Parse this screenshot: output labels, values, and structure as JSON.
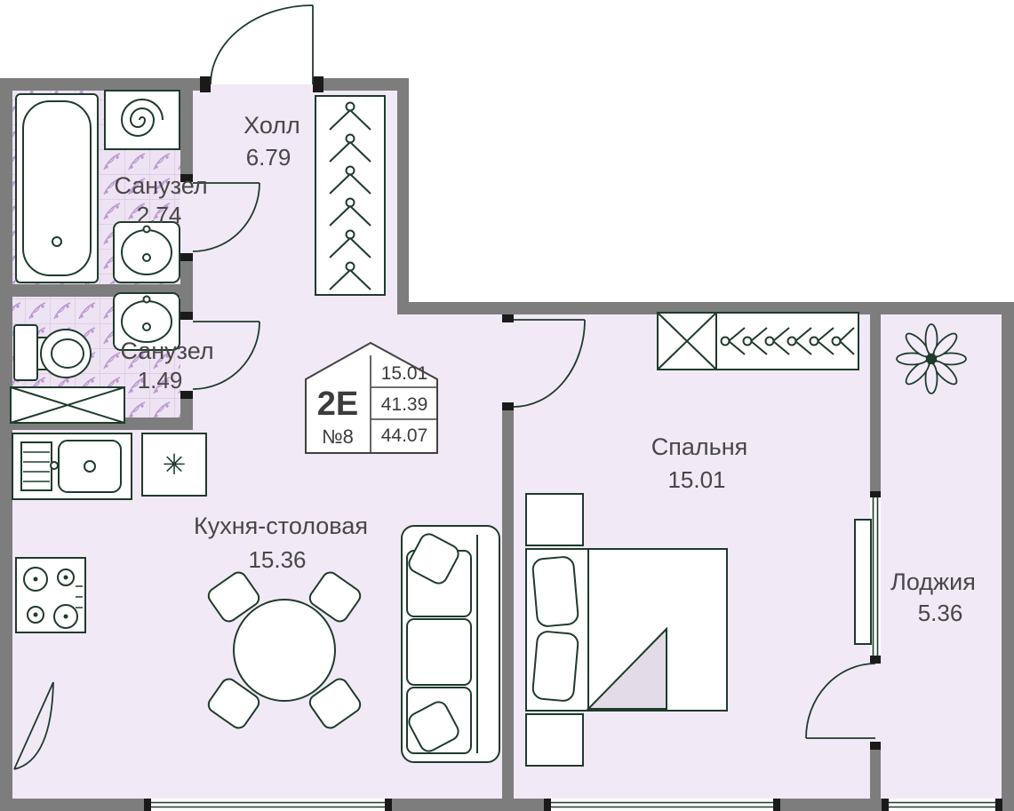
{
  "rooms": {
    "hall": {
      "label": "Холл",
      "area": "6.79"
    },
    "bathroom": {
      "label": "Санузел",
      "area": "2.74"
    },
    "toilet": {
      "label": "Санузел",
      "area": "1.49"
    },
    "kitchen": {
      "label": "Кухня-столовая",
      "area": "15.36"
    },
    "bedroom": {
      "label": "Спальня",
      "area": "15.01"
    },
    "loggia": {
      "label": "Лоджия",
      "area": "5.36"
    }
  },
  "stamp": {
    "flat_type": "2Е",
    "flat_number": "№8",
    "living_area": "15.01",
    "apartment_area": "41.39",
    "total_area": "44.07"
  },
  "icons": {
    "fridge_snowflake": "✳"
  },
  "colors": {
    "wall": "#7d7d7d",
    "floor": "#f2e9f7",
    "tile_floor": "#eee3f2",
    "tile_accent": "#bb98d4",
    "furniture_line": "#1e3b2b",
    "label_text": "#474747"
  }
}
